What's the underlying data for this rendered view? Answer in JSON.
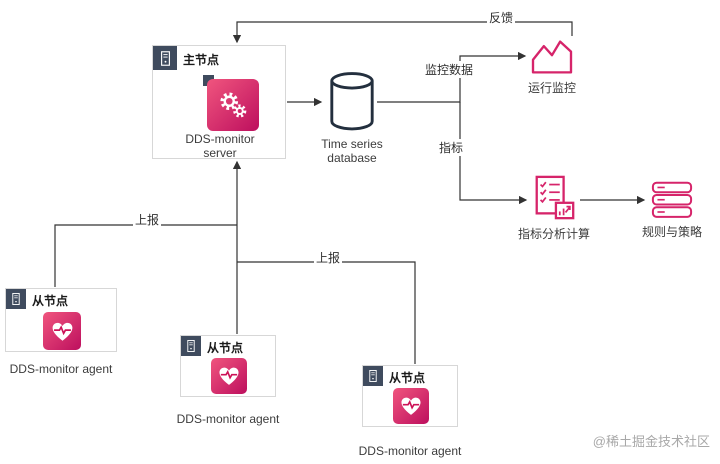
{
  "diagram": {
    "master": {
      "tag": "主节点",
      "name_line1": "DDS-monitor",
      "name_line2": "server"
    },
    "database": {
      "line1": "Time series",
      "line2": "database"
    },
    "monitor": {
      "label": "运行监控"
    },
    "analysis": {
      "label": "指标分析计算"
    },
    "rules": {
      "label": "规则与策略"
    },
    "agents": [
      {
        "tag": "从节点",
        "label": "DDS-monitor agent"
      },
      {
        "tag": "从节点",
        "label": "DDS-monitor agent"
      },
      {
        "tag": "从节点",
        "label": "DDS-monitor agent"
      }
    ],
    "edge_labels": {
      "feedback": "反馈",
      "monitor_data": "监控数据",
      "metric": "指标",
      "report_left": "上报",
      "report_mid": "上报"
    }
  },
  "watermark": "@稀土掘金技术社区",
  "colors": {
    "icon_pink_start": "#f0557e",
    "icon_pink_end": "#bd0f5e",
    "outline_pink": "#d6246a",
    "node_header": "#3f4b5e",
    "db_outline": "#232f3e",
    "line": "#333333"
  }
}
